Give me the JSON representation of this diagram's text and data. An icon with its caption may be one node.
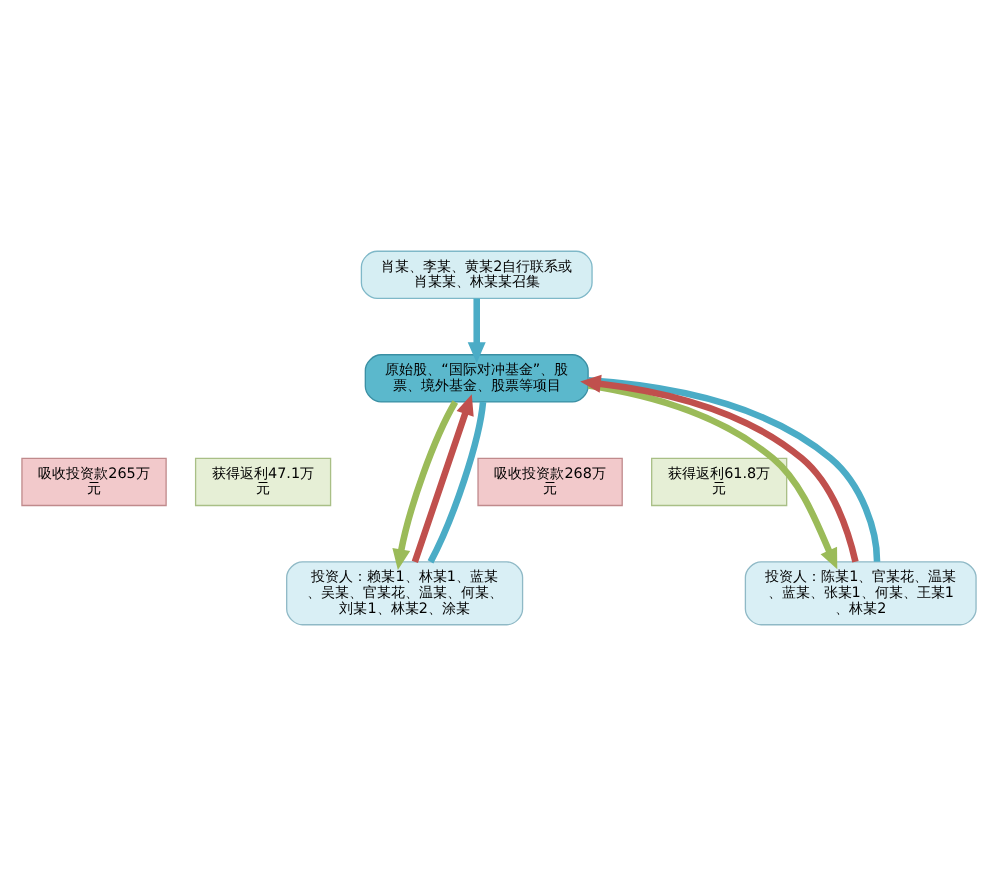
{
  "diagram": {
    "nodes": [
      {
        "text": [
          "肖某、李某、黄某2自行联系或肖某某、林某某召集"
        ]
      },
      {
        "text": [
          "原始股、“国际对冲基金”、股票、境外基金、股票等项目"
        ]
      },
      {
        "text": [
          "吸收投资款265万元"
        ]
      },
      {
        "text": [
          "获得返利47.1万元"
        ]
      },
      {
        "text": [
          "投资人：赖某1、林某1、蓝某、吴某、官某花、温某、何某、刘某1、林某2、涂某"
        ]
      },
      {
        "text": [
          "吸收投资款268万元"
        ]
      },
      {
        "text": [
          "获得返利61.8万元"
        ]
      },
      {
        "text": [
          "投资人：陈某1、官某花、温某、蓝某、张某1、何某、王某1、林某2"
        ]
      }
    ],
    "edges": [
      {
        "from": 0,
        "to": 1,
        "arrow": "to",
        "color": "#4bacc6"
      },
      {
        "from": 4,
        "to": 1,
        "arrow": "to",
        "color": "#c0504d"
      },
      {
        "from": 1,
        "to": 4,
        "arrow": "to",
        "color": "#9bbb59"
      },
      {
        "from": 7,
        "to": 1,
        "arrow": "to",
        "color": "#c0504d"
      },
      {
        "from": 1,
        "to": 7,
        "arrow": "to",
        "color": "#9bbb59"
      },
      {
        "from": 1,
        "to": 4,
        "arrow": "none",
        "color": "#4bacc6"
      },
      {
        "from": 1,
        "to": 7,
        "arrow": "none",
        "color": "#4bacc6"
      }
    ]
  }
}
